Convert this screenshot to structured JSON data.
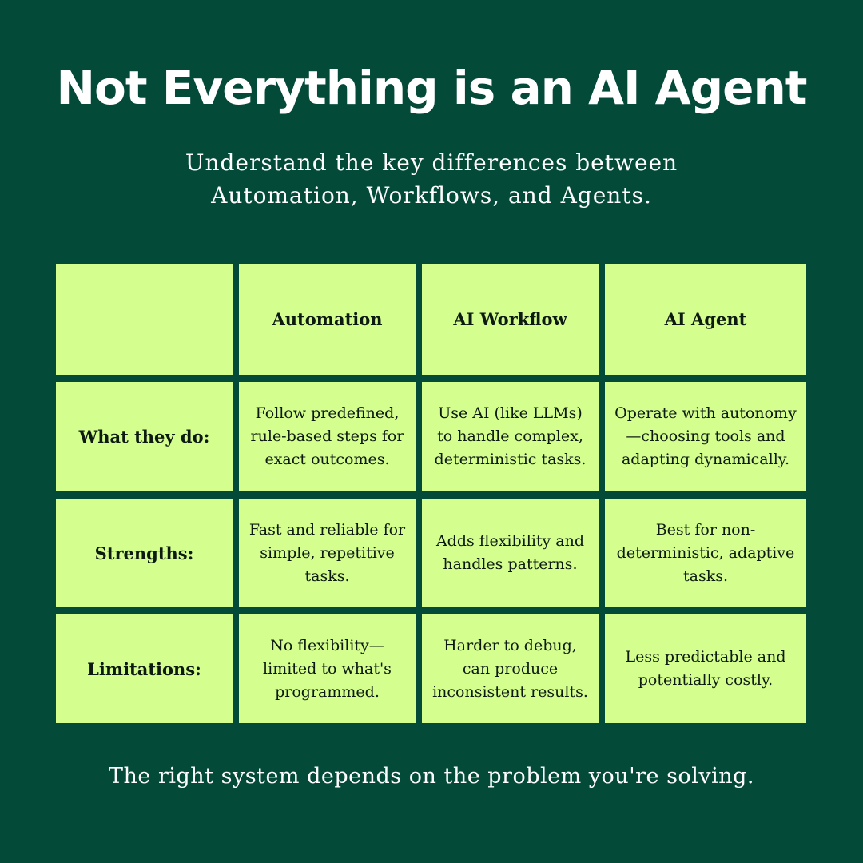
{
  "header": {
    "title": "Not Everything is an AI Agent",
    "subtitle": "Understand the key differences between Automation, Workflows, and Agents."
  },
  "table": {
    "corner": "",
    "columns": [
      "Automation",
      "AI Workflow",
      "AI Agent"
    ],
    "rows": [
      {
        "label": "What they do:",
        "cells": [
          "Follow predefined, rule-based steps for exact outcomes.",
          "Use AI (like LLMs) to handle complex, deterministic tasks.",
          "Operate with autonomy—choosing tools and adapting dynamically."
        ]
      },
      {
        "label": "Strengths:",
        "cells": [
          "Fast and reliable for simple, repetitive tasks.",
          "Adds flexibility and handles patterns.",
          "Best for non-deterministic, adaptive tasks."
        ]
      },
      {
        "label": "Limitations:",
        "cells": [
          "No flexibility—limited to what's programmed.",
          "Harder to debug, can produce inconsistent results.",
          "Less predictable and potentially costly."
        ]
      }
    ]
  },
  "footer": {
    "text": "The right system depends on the problem you're solving."
  },
  "colors": {
    "background": "#034a38",
    "cell": "#d4fe8e",
    "cell_text": "#0d1a12",
    "heading_text": "#ffffff"
  }
}
